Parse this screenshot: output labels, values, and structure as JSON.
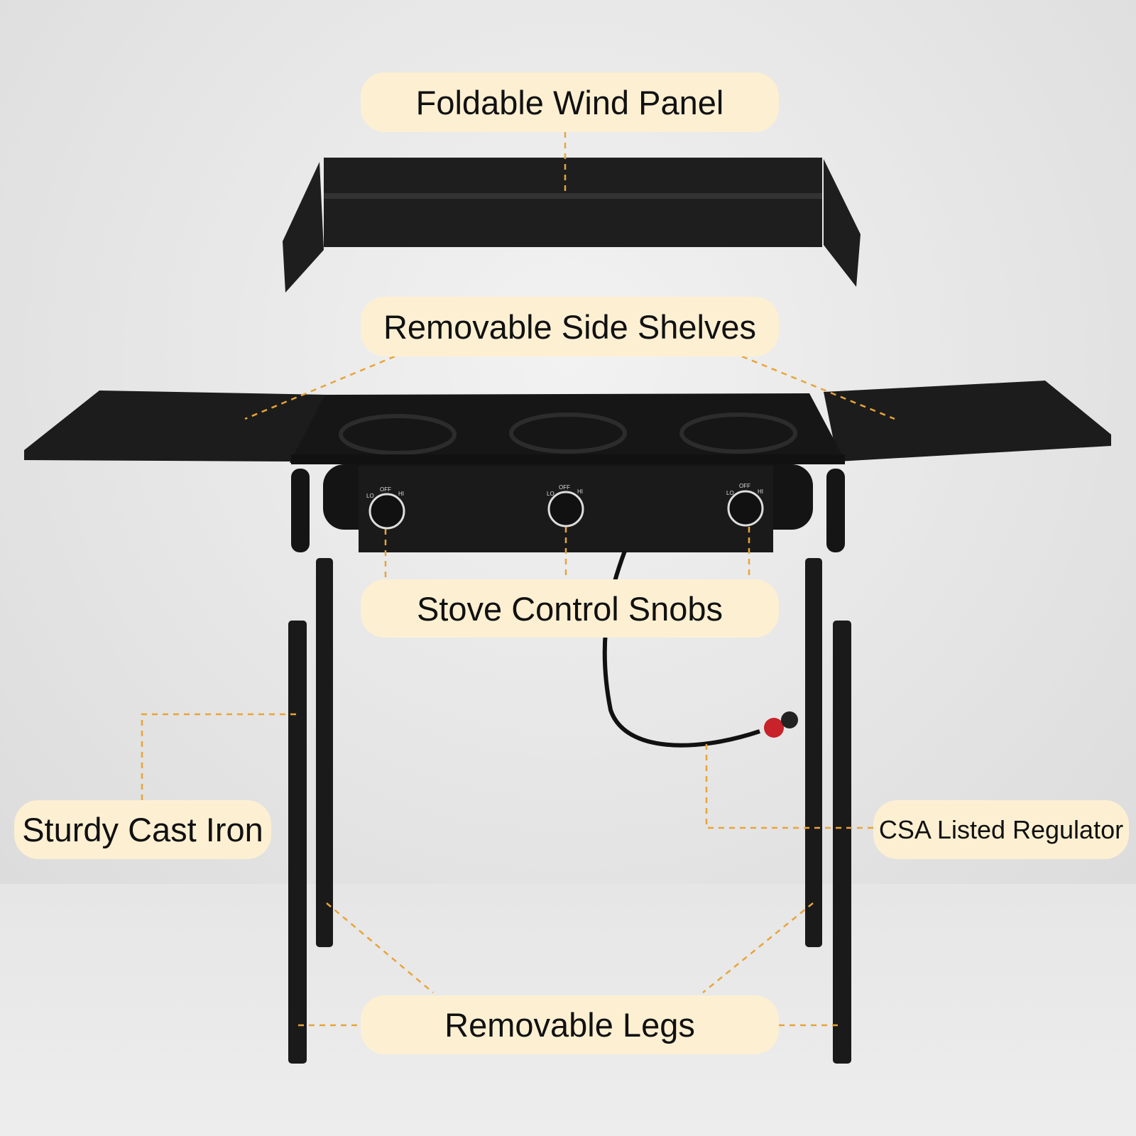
{
  "labels": {
    "wind_panel": "Foldable Wind Panel",
    "side_shelves": "Removable Side Shelves",
    "control_knobs": "Stove Control Snobs",
    "cast_iron": "Sturdy Cast Iron",
    "regulator": "CSA Listed Regulator",
    "legs": "Removable Legs"
  },
  "knob_markings": {
    "lo": "LO",
    "off": "OFF",
    "hi": "HI"
  },
  "colors": {
    "label_bg": "#fdf0d2",
    "leader": "#e8a43a",
    "metal": "#1b1b1b"
  }
}
